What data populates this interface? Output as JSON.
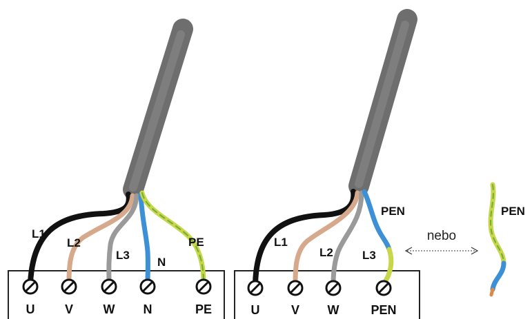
{
  "left_diagram": {
    "wire_labels": {
      "l1": "L1",
      "l2": "L2",
      "l3": "L3",
      "n": "N",
      "pe": "PE"
    },
    "terminal_labels": [
      "U",
      "V",
      "W",
      "N",
      "PE"
    ]
  },
  "right_diagram": {
    "wire_labels": {
      "l1": "L1",
      "l2": "L2",
      "l3": "L3",
      "pen": "PEN"
    },
    "terminal_labels": [
      "U",
      "V",
      "W",
      "PEN"
    ]
  },
  "alternative": {
    "connector_text": "nebo",
    "wire_label": "PEN"
  },
  "colors": {
    "cable_sheath": "#7b7b7b",
    "black_wire": "#111111",
    "brown_wire": "#d7a98c",
    "grey_wire": "#9a9a9a",
    "blue_wire": "#3d8fd6",
    "yellow_green_wire": "#c8d64a"
  }
}
